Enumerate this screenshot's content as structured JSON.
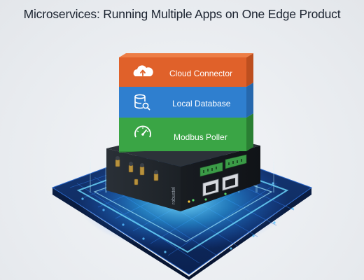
{
  "title": "Microservices: Running Multiple Apps on One Edge Product",
  "layers": [
    {
      "label": "Cloud Connector",
      "icon": "cloud-upload-icon",
      "color": "#e0612a"
    },
    {
      "label": "Local Database",
      "icon": "database-search-icon",
      "color": "#2f7fcf"
    },
    {
      "label": "Modbus Poller",
      "icon": "gauge-icon",
      "color": "#3aa545"
    }
  ],
  "device": {
    "brand": "robustel",
    "color": "#22272d"
  },
  "circuit_board": {
    "color": "#0b2350",
    "glow_color": "#2fb4ff"
  }
}
